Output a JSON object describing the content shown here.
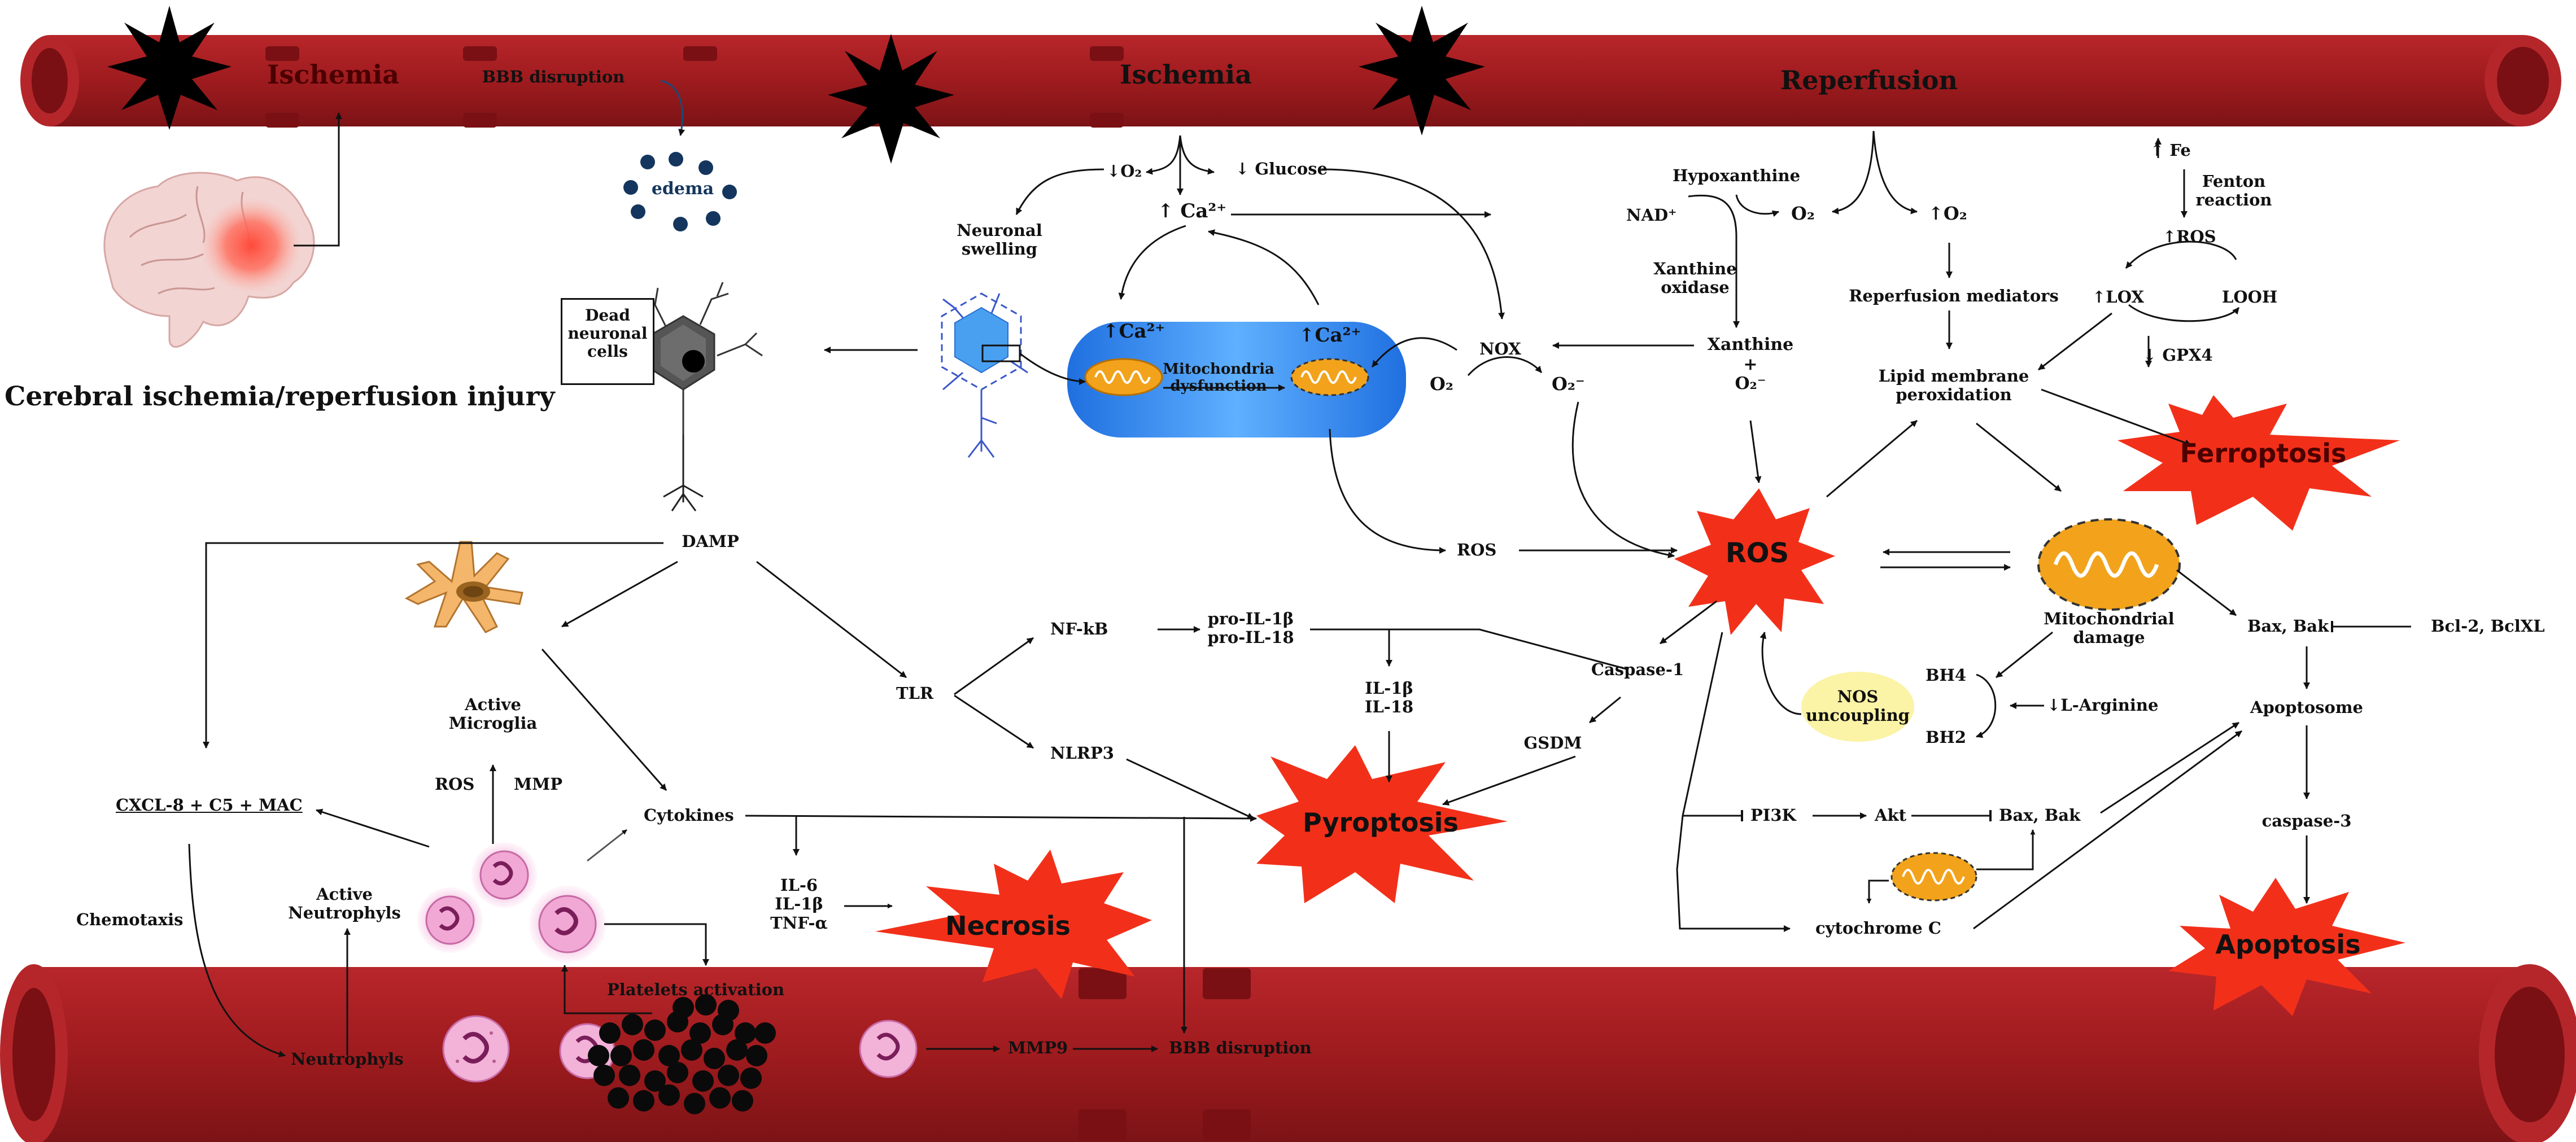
{
  "title": "Cerebral ischemia/reperfusion injury",
  "vessel": {
    "ischemia_left": "Ischemia",
    "ischemia_center": "Ischemia",
    "reperfusion": "Reperfusion",
    "bbb_top": "BBB disruption"
  },
  "edema": "edema",
  "ischemia_branch": {
    "o2": "↓O₂",
    "glucose": "↓ Glucose",
    "ca": "↑ Ca²⁺",
    "neuronal_swelling": "Neuronal\nswelling",
    "dead_cells": "Dead\nneuronal\ncells"
  },
  "mitochondria": {
    "ca_left": "↑Ca²⁺",
    "ca_right": "↑Ca²⁺",
    "dysfunction": "Mitochondria\ndysfunction"
  },
  "nox": {
    "nox": "NOX",
    "o2": "O₂",
    "o2_radical": "O₂⁻"
  },
  "reperfusion_branch": {
    "hypoxanthine": "Hypoxanthine",
    "nad": "NAD⁺",
    "o2": "O₂",
    "o2_up": "↑O₂",
    "xanthine_oxidase": "Xanthine\noxidase",
    "xanthine": "Xanthine\n+\nO₂⁻",
    "reperfusion_mediators": "Reperfusion mediators",
    "lipid_peroxidation": "Lipid membrane\nperoxidation"
  },
  "ferroptosis_branch": {
    "fe": "↑ Fe",
    "fenton": "Fenton\nreaction",
    "ros": "↑ROS",
    "lox": "↑LOX",
    "looh": "LOOH",
    "gpx4": "↓ GPX4",
    "ferroptosis": "Ferroptosis"
  },
  "ros_center": "ROS",
  "ros_left": "ROS",
  "mito_damage": "Mitochondrial\ndamage",
  "apoptosis_branch": {
    "bax_bak": "Bax, Bak",
    "bcl": "Bcl-2, BclXL",
    "apoptosome": "Apoptosome",
    "caspase3": "caspase-3",
    "apoptosis": "Apoptosis"
  },
  "nos": {
    "label": "NOS\nuncoupling",
    "bh4": "BH4",
    "bh2": "BH2",
    "arginine": "↓L-Arginine"
  },
  "pi3k_branch": {
    "pi3k": "PI3K",
    "akt": "Akt",
    "bax_bak": "Bax, Bak",
    "cytochrome": "cytochrome C"
  },
  "inflammation": {
    "damp": "DAMP",
    "tlr": "TLR",
    "nfkb": "NF-kB",
    "pro_il": "pro-IL-1β\npro-IL-18",
    "il": "IL-1β\nIL-18",
    "caspase1": "Caspase-1",
    "gsdm": "GSDM",
    "nlrp3": "NLRP3",
    "pyroptosis": "Pyroptosis"
  },
  "immune": {
    "active_microglia": "Active\nMicroglia",
    "ros": "ROS",
    "mmp": "MMP",
    "cytokines": "Cytokines",
    "cxcl": "CXCL-8 + C5 + MAC",
    "chemotaxis": "Chemotaxis",
    "active_neutrophils": "Active\nNeutrophyls",
    "neutrophils": "Neutrophyls",
    "il6": "IL-6\nIL-1β\nTNF-α",
    "necrosis": "Necrosis",
    "platelets": "Platelets activation",
    "mmp9": "MMP9",
    "bbb_bottom": "BBB disruption"
  },
  "colors": {
    "vessel": "#9e1b1e",
    "vessel_dark": "#6e0f12",
    "explosion": "#f2301a",
    "mito": "#f2a31b",
    "neutrophil": "#f3b2d8",
    "microglia": "#f3b66a",
    "neuron_cell": "#3a8fe0"
  }
}
